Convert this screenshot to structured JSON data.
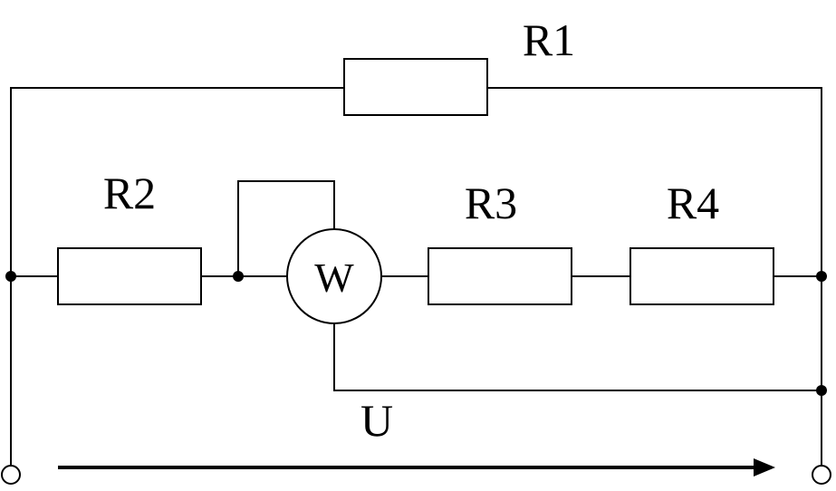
{
  "diagram": {
    "resistors": [
      {
        "label": "R1"
      },
      {
        "label": "R2"
      },
      {
        "label": "R3"
      },
      {
        "label": "R4"
      }
    ],
    "meter": {
      "label": "W"
    },
    "voltage": {
      "label": "U"
    }
  }
}
